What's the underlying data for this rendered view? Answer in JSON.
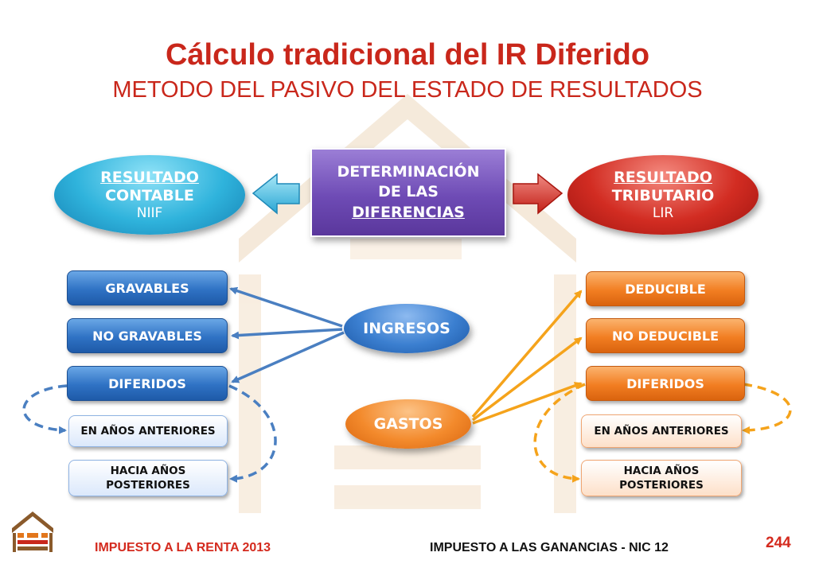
{
  "header": {
    "title": "Cálculo tradicional del IR Diferido",
    "subtitle": "METODO DEL PASIVO DEL ESTADO DE RESULTADOS"
  },
  "center_box": {
    "line1": "DETERMINACIÓN",
    "line2": "DE LAS",
    "line3": "DIFERENCIAS"
  },
  "left_oval": {
    "line1": "RESULTADO",
    "line2": "CONTABLE",
    "line3": "NIIF"
  },
  "right_oval": {
    "line1": "RESULTADO",
    "line2": "TRIBUTARIO",
    "line3": "LIR"
  },
  "middle": {
    "ingresos": "INGRESOS",
    "gastos": "GASTOS"
  },
  "left_column": {
    "gravables": "GRAVABLES",
    "no_gravables": "NO GRAVABLES",
    "diferidos": "DIFERIDOS",
    "anteriores": "EN AÑOS ANTERIORES",
    "posteriores_1": "HACIA AÑOS",
    "posteriores_2": "POSTERIORES"
  },
  "right_column": {
    "deducible": "DEDUCIBLE",
    "no_deducible": "NO DEDUCIBLE",
    "diferidos": "DIFERIDOS",
    "anteriores": "EN AÑOS ANTERIORES",
    "posteriores_1": "HACIA AÑOS",
    "posteriores_2": "POSTERIORES"
  },
  "footer": {
    "left": "IMPUESTO A LA RENTA 2013",
    "center": "IMPUESTO A LAS GANANCIAS - NIC 12",
    "page_number": "244"
  },
  "colors": {
    "title_red": "#c9271b",
    "blue_arrow": "#4a7fc1",
    "orange_arrow": "#f5a31b",
    "footer_red": "#d42a1e",
    "footer_black": "#111111"
  }
}
